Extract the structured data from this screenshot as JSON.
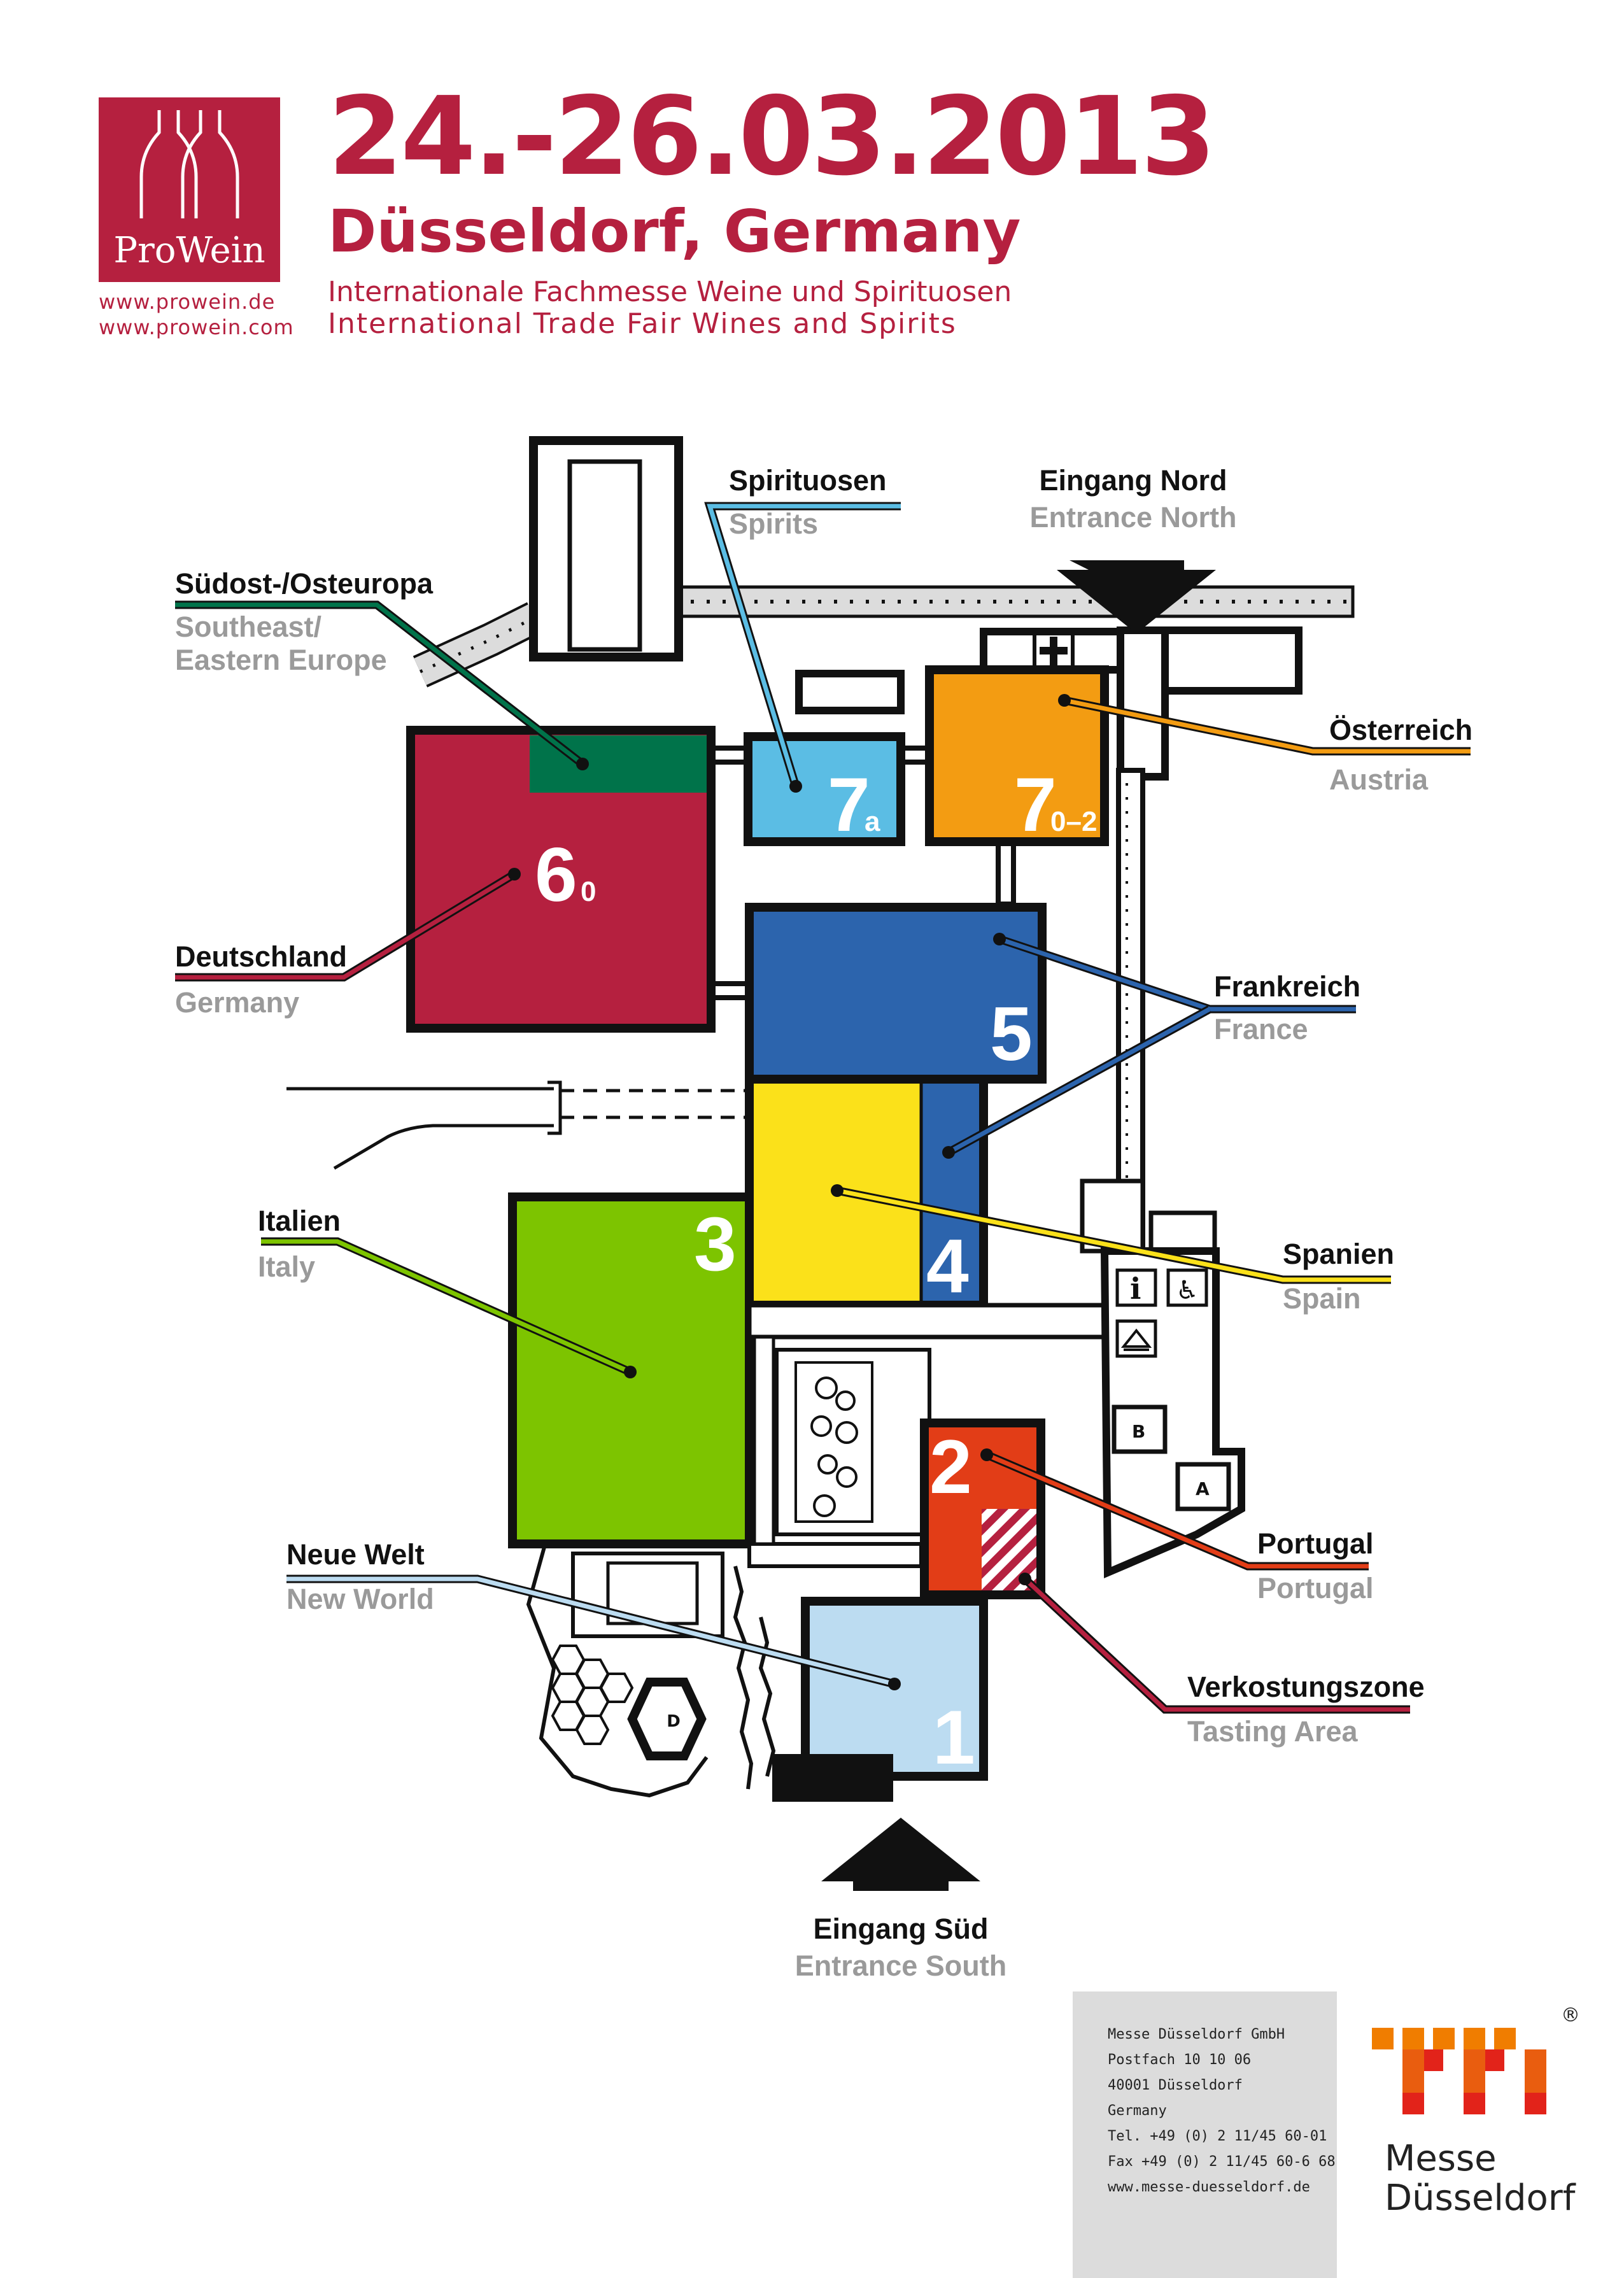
{
  "header": {
    "logo_text": "ProWein",
    "url_de": "www.prowein.de",
    "url_com": "www.prowein.com",
    "date": "24.-26.03.2013",
    "city": "Düsseldorf, Germany",
    "tagline_de": "Internationale Fachmesse Weine und Spirituosen",
    "tagline_en": "International Trade Fair Wines and Spirits",
    "brand_color": "#b5203f"
  },
  "halls": [
    {
      "number": "6",
      "sub": "0",
      "color": "#b5203f"
    },
    {
      "number": "7",
      "sub": "a",
      "color": "#5bbde4"
    },
    {
      "number": "7",
      "sub": "0–2",
      "color": "#f39c12"
    },
    {
      "number": "5",
      "sub": "",
      "color": "#2c64ad"
    },
    {
      "number": "4",
      "sub": "",
      "color": "#2c64ad"
    },
    {
      "number": "3",
      "sub": "",
      "color": "#7dc400"
    },
    {
      "number": "2",
      "sub": "",
      "color": "#e23d17"
    },
    {
      "number": "1",
      "sub": "",
      "color": "#bcdcf1"
    }
  ],
  "labels": {
    "southeast": {
      "de": "Südost-/Osteuropa",
      "en1": "Southeast/",
      "en2": "Eastern Europe"
    },
    "spirits": {
      "de": "Spirituosen",
      "en": "Spirits"
    },
    "north": {
      "de": "Eingang Nord",
      "en": "Entrance North"
    },
    "austria": {
      "de": "Österreich",
      "en": "Austria"
    },
    "germany": {
      "de": "Deutschland",
      "en": "Germany"
    },
    "france": {
      "de": "Frankreich",
      "en": "France"
    },
    "italy": {
      "de": "Italien",
      "en": "Italy"
    },
    "spain": {
      "de": "Spanien",
      "en": "Spain"
    },
    "newworld": {
      "de": "Neue Welt",
      "en": "New World"
    },
    "portugal": {
      "de": "Portugal",
      "en": "Portugal"
    },
    "tasting": {
      "de": "Verkostungszone",
      "en": "Tasting Area"
    },
    "south": {
      "de": "Eingang Süd",
      "en": "Entrance South"
    }
  },
  "markers": {
    "b": "B",
    "a": "A",
    "d": "D"
  },
  "footer": {
    "address": [
      "Messe Düsseldorf GmbH",
      "Postfach 10 10 06",
      "40001 Düsseldorf",
      "Germany",
      "Tel. +49 (0) 2 11/45 60-01",
      "Fax +49 (0) 2 11/45 60-6 68",
      "www.messe-duesseldorf.de"
    ],
    "messe_line1": "Messe",
    "messe_line2": "Düsseldorf",
    "registered": "®"
  }
}
